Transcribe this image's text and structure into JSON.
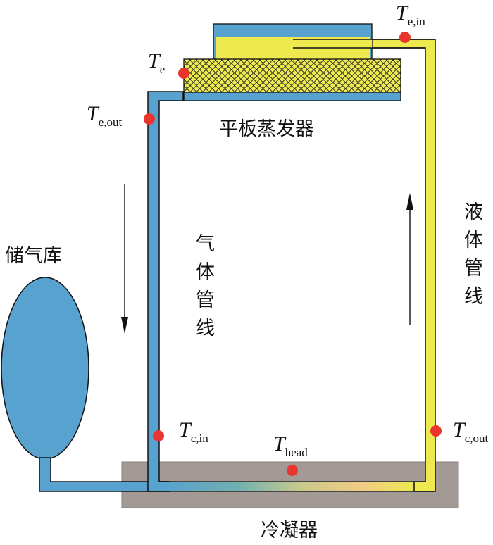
{
  "title": "Loop heat pipe schematic",
  "colors": {
    "vapor": "#58a2d0",
    "liquid": "#ede94f",
    "condenser": "#a39a96",
    "sensor": "#e8362e",
    "outline": "#111111"
  },
  "components": {
    "evaporator": "平板蒸发器",
    "reservoir": "储气库",
    "condenser": "冷凝器",
    "vapor_line": [
      "气",
      "体",
      "管",
      "线"
    ],
    "liquid_line": [
      "液",
      "体",
      "管",
      "线"
    ]
  },
  "sensors": {
    "te_in": {
      "main": "T",
      "sub": "e,in"
    },
    "te": {
      "main": "T",
      "sub": "e"
    },
    "te_out": {
      "main": "T",
      "sub": "e,out"
    },
    "tc_in": {
      "main": "T",
      "sub": "c,in"
    },
    "thead": {
      "main": "T",
      "sub": "head"
    },
    "tc_out": {
      "main": "T",
      "sub": "c,out"
    }
  },
  "flow_directions": {
    "vapor_line": "down",
    "liquid_line": "up"
  }
}
